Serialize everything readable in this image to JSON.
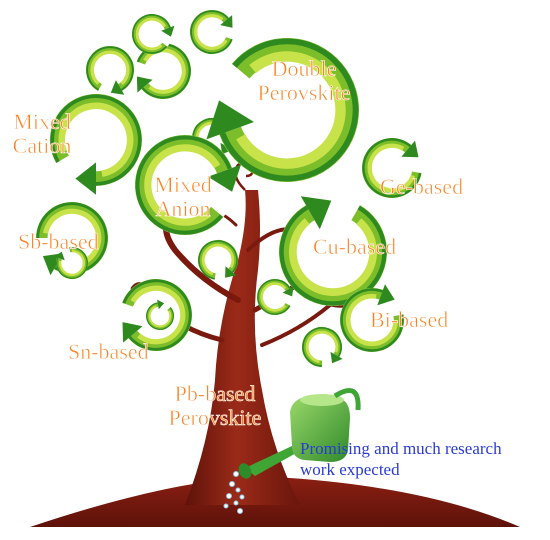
{
  "colors": {
    "label": "#ff7f1e",
    "note": "#2a3bd6",
    "trunk": "#8a1f12",
    "trunk_dark": "#5e120a",
    "leaf_light": "#c8e24a",
    "leaf_mid": "#7cbd2a",
    "leaf_dark": "#2e8a1e",
    "can": "#3fa535"
  },
  "labels": {
    "double_perovskite": [
      "Double",
      "Perovskite"
    ],
    "mixed_cation": [
      "Mixed",
      "Cation"
    ],
    "mixed_anion": [
      "Mixed",
      "Anion"
    ],
    "ge_based": "Ge-based",
    "sb_based": "Sb-based",
    "cu_based": "Cu-based",
    "bi_based": "Bi-based",
    "sn_based": "Sn-based",
    "pb_based": [
      "Pb-based",
      "Perovskite"
    ]
  },
  "note": [
    "Promising and much research",
    "work expected"
  ],
  "icons": {
    "circle": "circular-arrow-icon",
    "can": "watering-can-icon",
    "tree": "tree-icon"
  }
}
